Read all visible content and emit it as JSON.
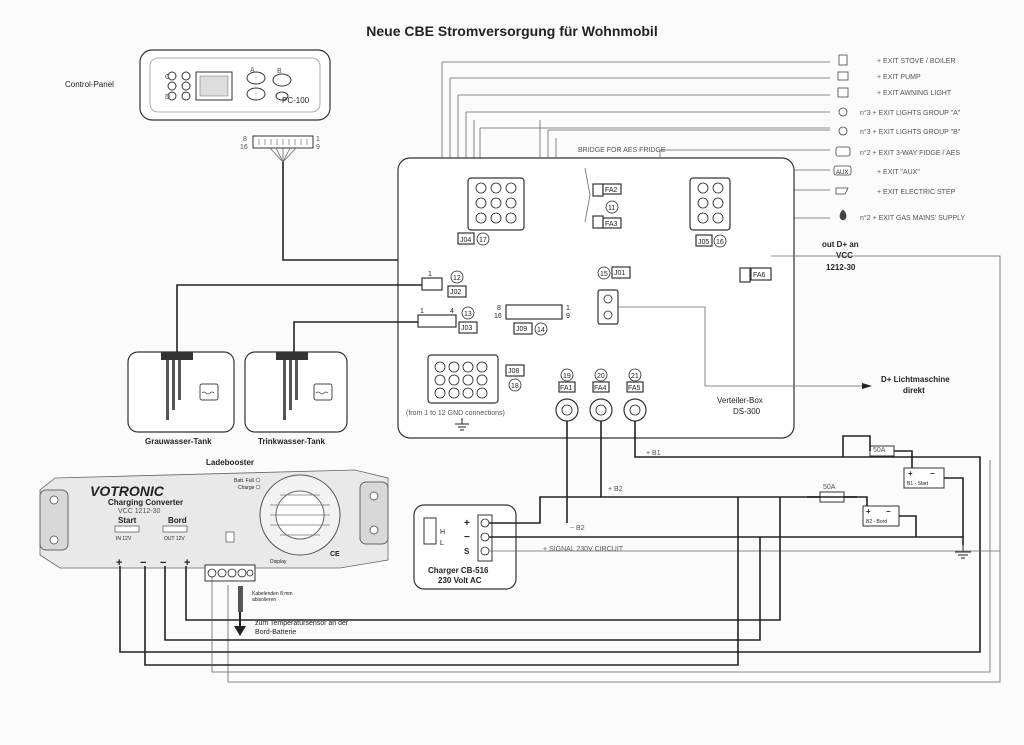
{
  "title": "Neue CBE Stromversorgung für Wohnmobil",
  "control_panel": {
    "label": "Control-Panel",
    "model": "PC-100",
    "connector_pins_top": "8",
    "connector_pins_bottom": "16",
    "connector_end_top": "1",
    "connector_end_bottom": "9",
    "leds": [
      "A",
      "B",
      "C",
      "D"
    ]
  },
  "exits": [
    "+ EXIT STOVE / BOILER",
    "+ EXIT PUMP",
    "+ EXIT AWNING LIGHT",
    "n°3 + EXIT LIGHTS GROUP \"A\"",
    "n°3 + EXIT LIGHTS GROUP \"B\"",
    "n°2 + EXIT 3-WAY FIDGE / AES",
    "+ EXIT \"AUX\"",
    "+ EXIT ELECTRIC STEP",
    "n°2 + EXIT GAS MAINS' SUPPLY"
  ],
  "aux_badge": "AUX",
  "distribution_box": {
    "name": "Verteiler-Box",
    "model": "DS-300",
    "bridge_label": "BRIDGE FOR AES FRIDGE",
    "ground_note": "(from 1 to 12 GND connections)",
    "connectors": {
      "J04": "J04",
      "n17": "17",
      "J05": "J05",
      "n16": "16",
      "J02": "J02",
      "n12": "12",
      "J03": "J03",
      "n13": "13",
      "J09": "J09",
      "n14": "14",
      "J08": "J08",
      "n18": "18",
      "J01": "J01",
      "n15": "15",
      "one": "1",
      "eight": "8",
      "sixteen": "16",
      "nine": "9",
      "four": "4"
    },
    "fuses": {
      "FA1": "FA1",
      "FA2": "FA2",
      "FA3": "FA3",
      "FA4": "FA4",
      "FA5": "FA5",
      "FA6": "FA6",
      "n11": "11",
      "n19": "19",
      "n20": "20",
      "n21": "21"
    }
  },
  "tanks": {
    "grey": "Grauwasser-Tank",
    "fresh": "Trinkwasser-Tank"
  },
  "ladebooster": {
    "label": "Ladebooster",
    "brand": "VOTRONIC",
    "product": "Charging Converter",
    "model": "VCC 1212-30",
    "start": "Start",
    "bord": "Bord",
    "in_label": "IN 12V",
    "out_label": "OUT 12V",
    "status_rows": [
      "Batt. Full",
      "Charge"
    ],
    "display_label": "Display",
    "ce": "CE",
    "sensor_note1": "Kabelenden 8 mm",
    "sensor_note2": "abisolieren",
    "sensor_text1": "zum Temperatursensor an der",
    "sensor_text2": "Bord-Batterie",
    "plus": "+",
    "minus": "−"
  },
  "charger": {
    "label": "Charger CB-516",
    "sub": "230 Volt AC",
    "rows": [
      "+",
      "−",
      "S"
    ],
    "mini_rows": [
      "H",
      "L"
    ]
  },
  "wire_labels": {
    "b1": "+ B1",
    "b2": "+ B2",
    "b2neg": "− B2",
    "signal": "+ SIGNAL 230V CIRCUIT"
  },
  "notes": {
    "vcc_out": [
      "out D+ an",
      "VCC",
      "1212-30"
    ],
    "alternator": [
      "D+ Lichtmaschine",
      "direkt"
    ]
  },
  "batteries": {
    "start": "B1 - Start",
    "bord": "B2 - Bord",
    "fuse1": "50A",
    "fuse2": "50A"
  }
}
